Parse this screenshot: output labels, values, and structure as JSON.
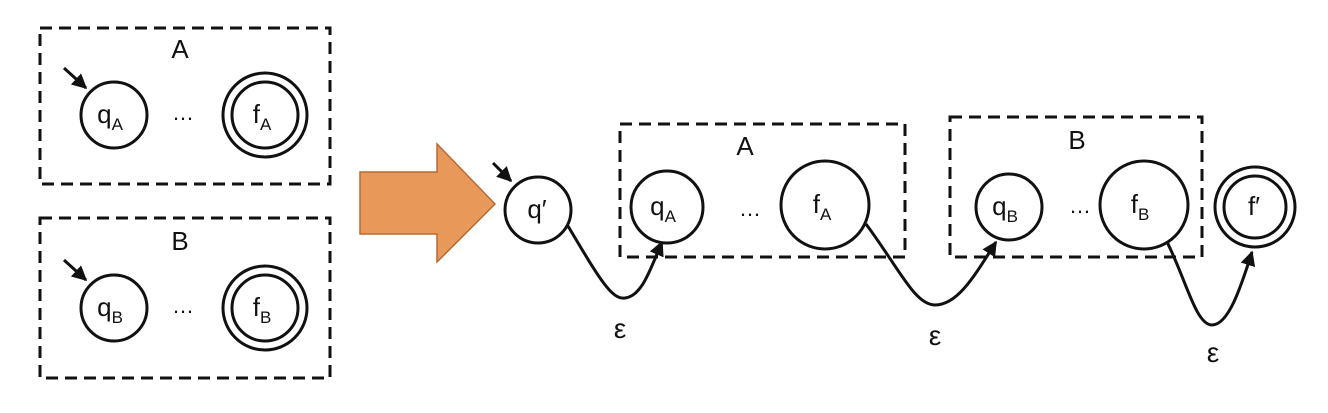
{
  "left": {
    "machine_a": {
      "label": "A",
      "start_state": "q",
      "start_sub": "A",
      "ellipsis": "…",
      "final_state": "f",
      "final_sub": "A"
    },
    "machine_b": {
      "label": "B",
      "start_state": "q",
      "start_sub": "B",
      "ellipsis": "…",
      "final_state": "f",
      "final_sub": "B"
    }
  },
  "arrow": {
    "color": "#E8995A",
    "stroke": "#B86A33"
  },
  "right": {
    "new_start": "q′",
    "machine_a": {
      "label": "A",
      "start_state": "q",
      "start_sub": "A",
      "ellipsis": "…",
      "final_state": "f",
      "final_sub": "A"
    },
    "machine_b": {
      "label": "B",
      "start_state": "q",
      "start_sub": "B",
      "ellipsis": "…",
      "final_state": "f",
      "final_sub": "B"
    },
    "new_final": "f′",
    "epsilon_1": "ε",
    "epsilon_2": "ε",
    "epsilon_3": "ε"
  }
}
